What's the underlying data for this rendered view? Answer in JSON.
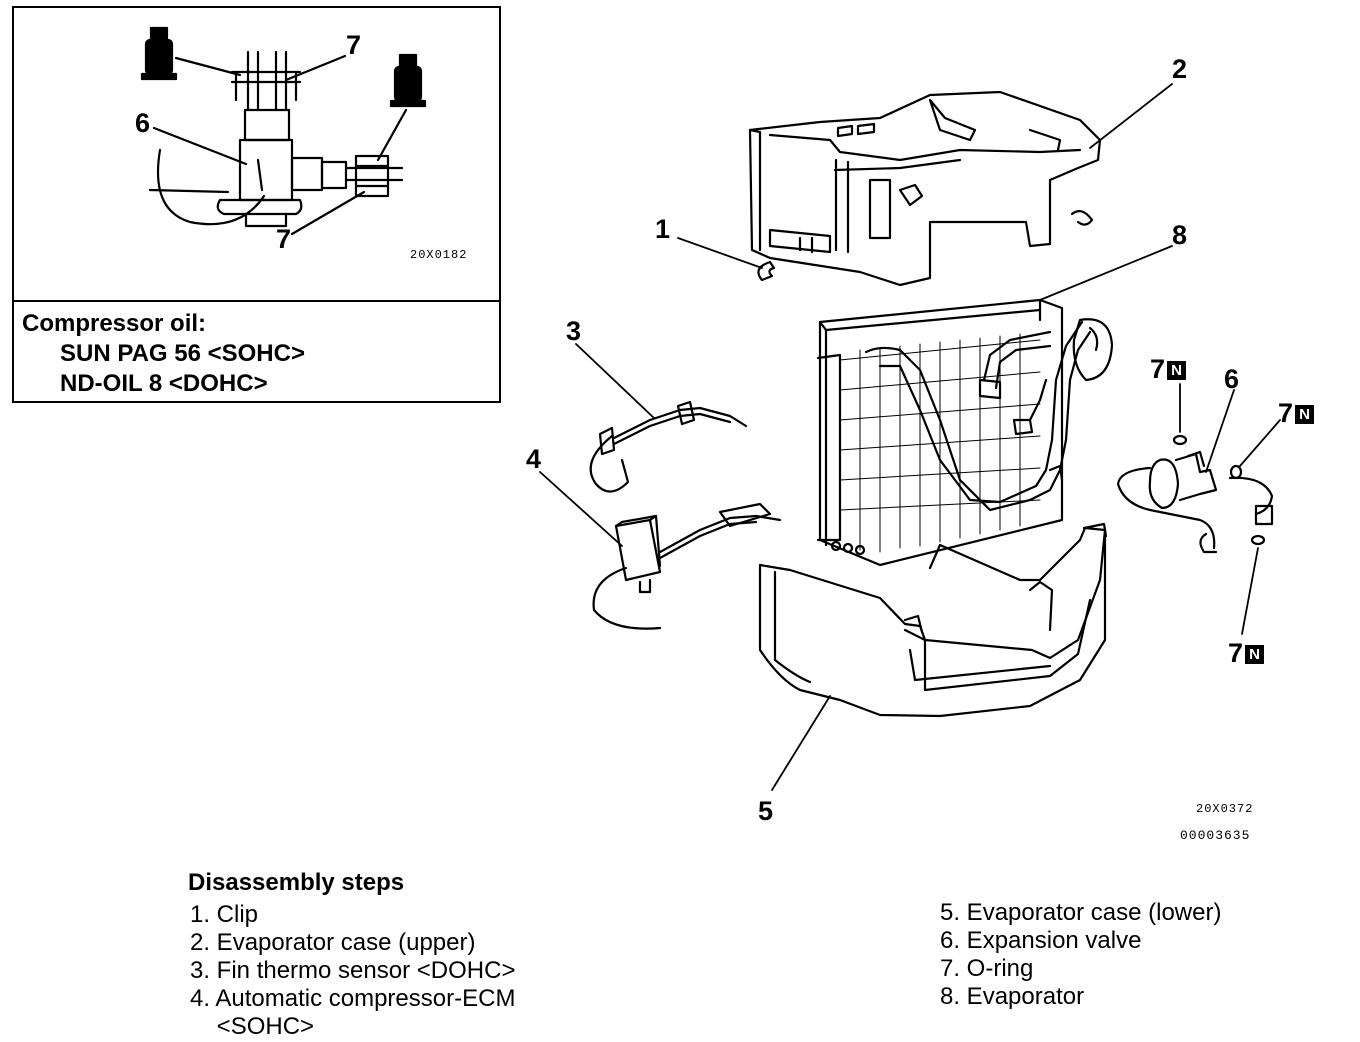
{
  "inset": {
    "callouts": {
      "top7": "7",
      "six": "6",
      "bottom7": "7"
    },
    "figure_code": "20X0182",
    "oil_title": "Compressor oil:",
    "oil_lines": [
      "SUN PAG 56 <SOHC>",
      "ND-OIL 8 <DOHC>"
    ]
  },
  "main": {
    "callouts": {
      "c1": "1",
      "c2": "2",
      "c3": "3",
      "c4": "4",
      "c5": "5",
      "c6": "6",
      "c8": "8",
      "c7a": "7",
      "c7b": "7",
      "c7c": "7"
    },
    "n_badge": "N",
    "figure_code": "20X0372",
    "doc_code": "00003635"
  },
  "steps": {
    "title": "Disassembly steps",
    "left": [
      "1. Clip",
      "2. Evaporator case (upper)",
      "3. Fin thermo sensor <DOHC>",
      "4. Automatic compressor-ECM",
      "    <SOHC>"
    ],
    "right": [
      "5. Evaporator case (lower)",
      "6. Expansion valve",
      "7. O-ring",
      "8. Evaporator"
    ]
  }
}
